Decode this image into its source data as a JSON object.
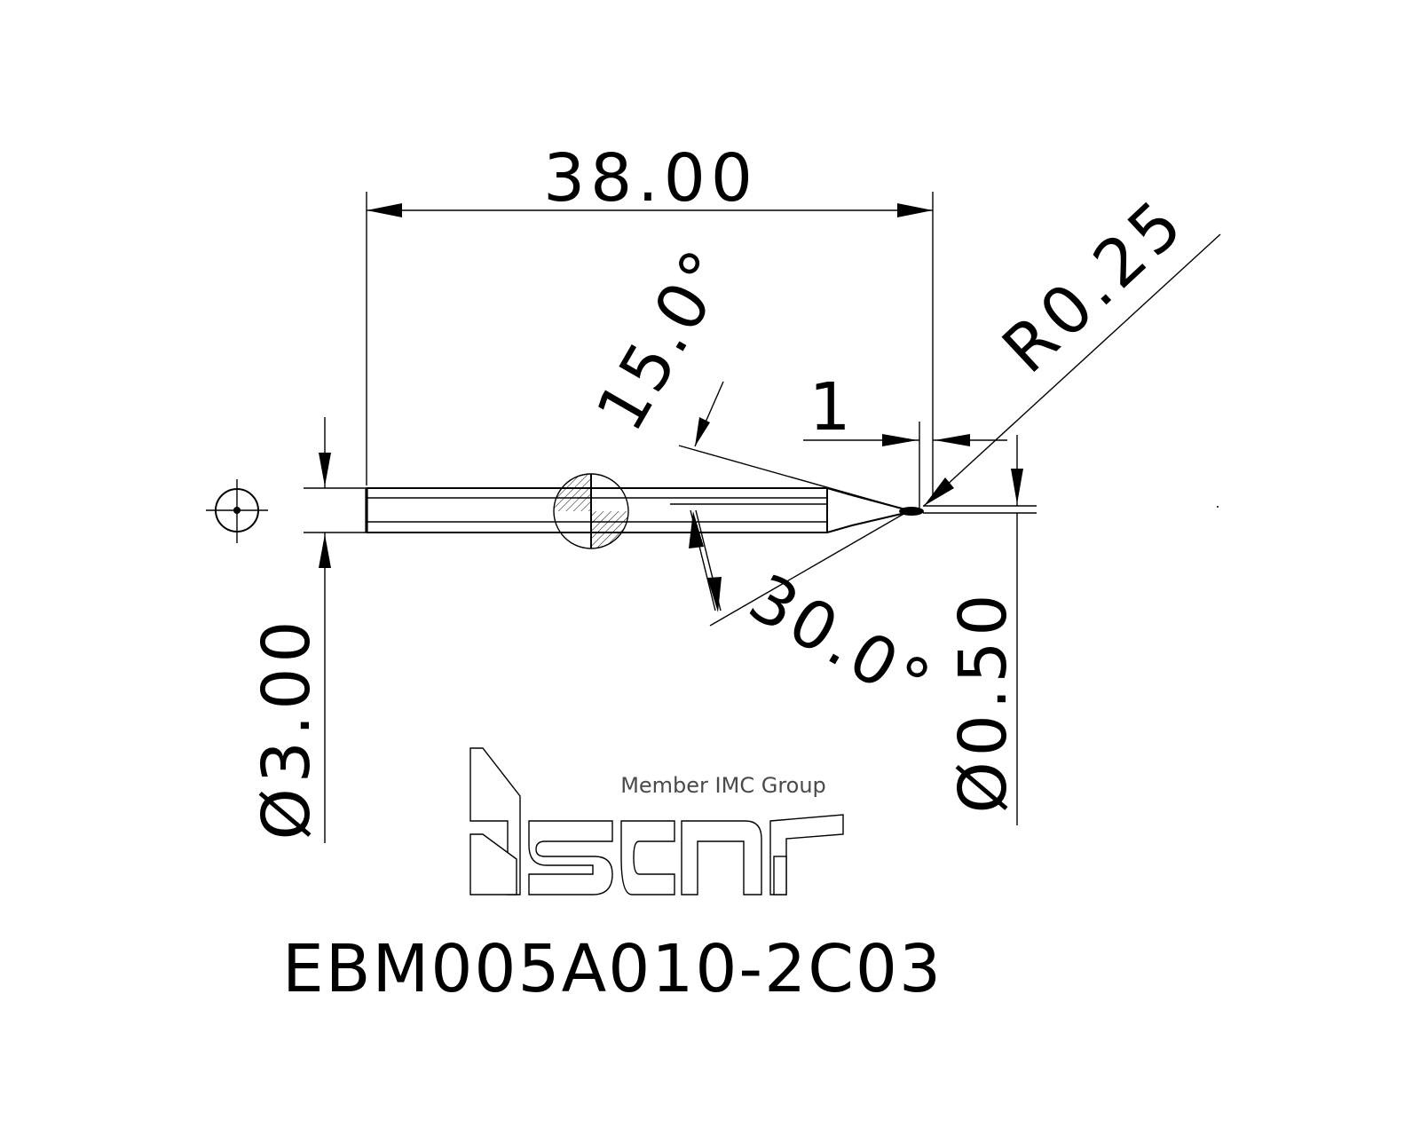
{
  "drawing": {
    "overall_length": "38.00",
    "shank_diameter": "Ø3.00",
    "neck_diameter": "Ø0.50",
    "corner_radius": "R0.25",
    "tip_length": "1",
    "taper_angle_top": "15.0°",
    "taper_angle_bottom": "30.0°",
    "part_number": "EBM005A010-2C03"
  },
  "logo": {
    "tagline": "Member IMC Group",
    "brand": "iscar"
  },
  "colors": {
    "line": "#000000",
    "background": "#ffffff",
    "logo_text": "#4a4a4a"
  }
}
